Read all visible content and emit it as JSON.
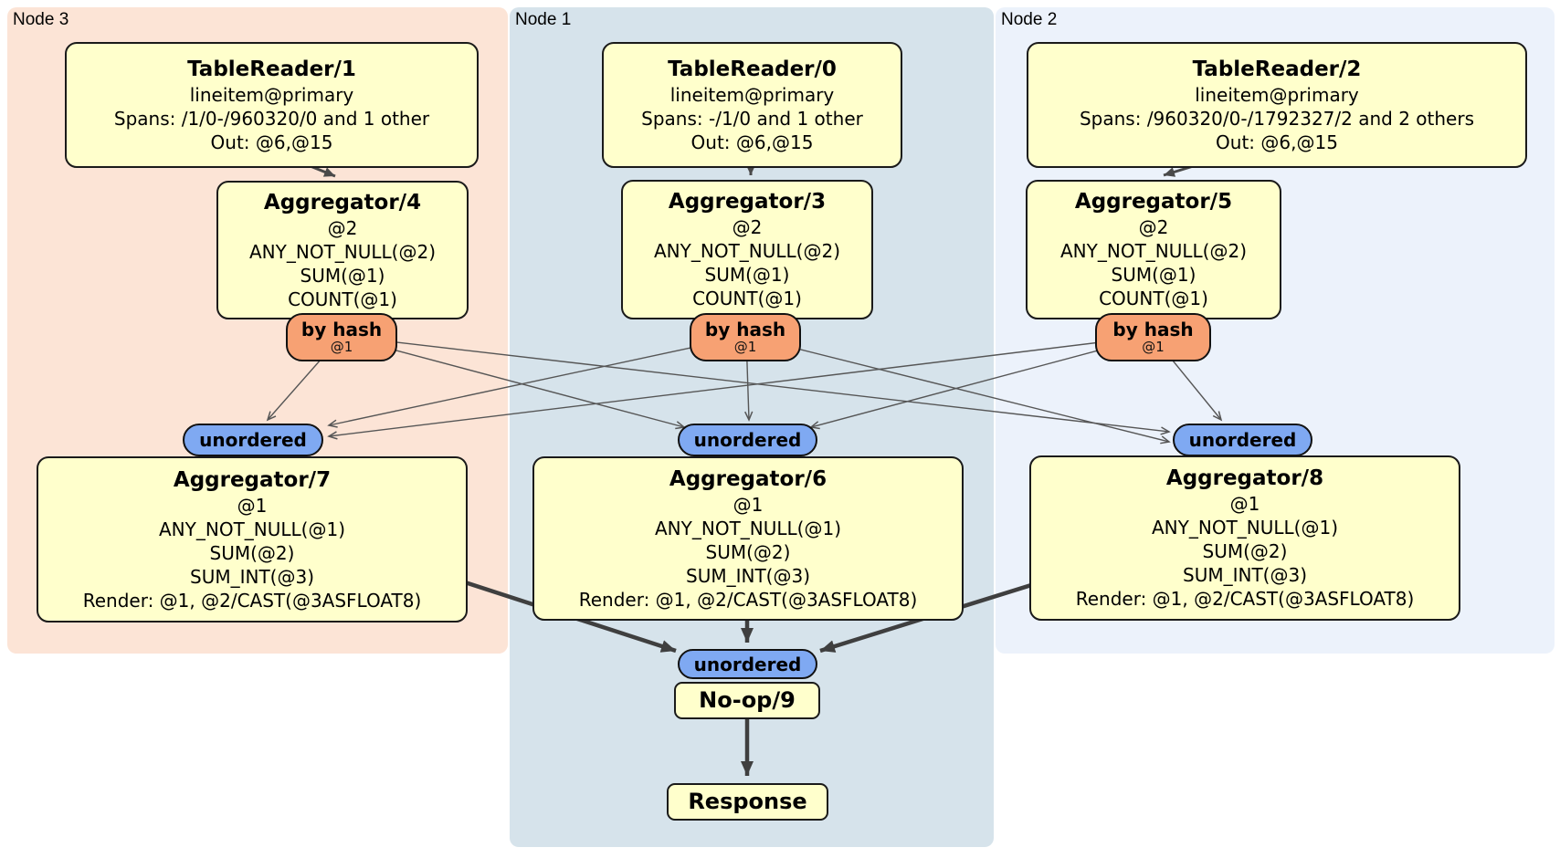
{
  "regions": {
    "node3": {
      "label": "Node 3",
      "bg": "#fce4d6"
    },
    "node1": {
      "label": "Node 1",
      "bg": "#d6e3eb"
    },
    "node2": {
      "label": "Node 2",
      "bg": "#ecf2fb"
    }
  },
  "boxes": {
    "tablereader1": {
      "title": "TableReader/1",
      "lines": [
        "lineitem@primary",
        "Spans: /1/0-/960320/0 and 1 other",
        "Out: @6,@15"
      ]
    },
    "tablereader0": {
      "title": "TableReader/0",
      "lines": [
        "lineitem@primary",
        "Spans: -/1/0 and 1 other",
        "Out: @6,@15"
      ]
    },
    "tablereader2": {
      "title": "TableReader/2",
      "lines": [
        "lineitem@primary",
        "Spans: /960320/0-/1792327/2 and 2 others",
        "Out: @6,@15"
      ]
    },
    "aggregator4": {
      "title": "Aggregator/4",
      "lines": [
        "@2",
        "ANY_NOT_NULL(@2)",
        "SUM(@1)",
        "COUNT(@1)"
      ]
    },
    "aggregator3": {
      "title": "Aggregator/3",
      "lines": [
        "@2",
        "ANY_NOT_NULL(@2)",
        "SUM(@1)",
        "COUNT(@1)"
      ]
    },
    "aggregator5": {
      "title": "Aggregator/5",
      "lines": [
        "@2",
        "ANY_NOT_NULL(@2)",
        "SUM(@1)",
        "COUNT(@1)"
      ]
    },
    "aggregator7": {
      "title": "Aggregator/7",
      "lines": [
        "@1",
        "ANY_NOT_NULL(@1)",
        "SUM(@2)",
        "SUM_INT(@3)",
        "Render: @1, @2/CAST(@3ASFLOAT8)"
      ]
    },
    "aggregator6": {
      "title": "Aggregator/6",
      "lines": [
        "@1",
        "ANY_NOT_NULL(@1)",
        "SUM(@2)",
        "SUM_INT(@3)",
        "Render: @1, @2/CAST(@3ASFLOAT8)"
      ]
    },
    "aggregator8": {
      "title": "Aggregator/8",
      "lines": [
        "@1",
        "ANY_NOT_NULL(@1)",
        "SUM(@2)",
        "SUM_INT(@3)",
        "Render: @1, @2/CAST(@3ASFLOAT8)"
      ]
    },
    "noop9": {
      "title": "No-op/9"
    },
    "response": {
      "title": "Response"
    }
  },
  "badges": {
    "byhash4": {
      "label": "by hash",
      "sub": "@1"
    },
    "byhash3": {
      "label": "by hash",
      "sub": "@1"
    },
    "byhash5": {
      "label": "by hash",
      "sub": "@1"
    },
    "unordered7": {
      "label": "unordered"
    },
    "unordered6": {
      "label": "unordered"
    },
    "unordered8": {
      "label": "unordered"
    },
    "unordered9": {
      "label": "unordered"
    }
  },
  "colors": {
    "node3_bg": "#fce4d6",
    "node1_bg": "#d6e3eb",
    "node2_bg": "#ecf2fb",
    "box_fill": "#ffffcc",
    "box_border": "#1a1a1a",
    "byhash_fill": "#f7a173",
    "unordered_fill": "#7fa9f2",
    "edge_thin": "#565656",
    "edge_thick": "#3f3f3f"
  }
}
